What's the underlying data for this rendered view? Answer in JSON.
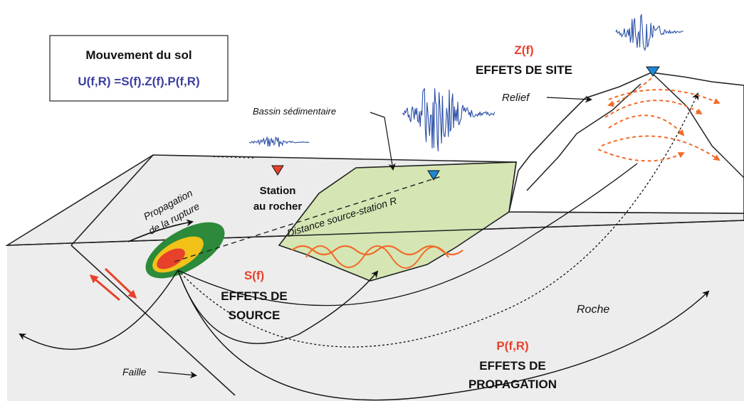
{
  "legend_box": {
    "title": "Mouvement du sol",
    "equation": "U(f,R) =S(f).Z(f).P(f,R)"
  },
  "site_effects": {
    "symbol": "Z(f)",
    "label": "EFFETS DE SITE"
  },
  "source_effects": {
    "symbol": "S(f)",
    "line1": "EFFETS DE",
    "line2": "SOURCE"
  },
  "propagation_effects": {
    "symbol": "P(f,R)",
    "line1": "EFFETS DE",
    "line2": "PROPAGATION"
  },
  "labels": {
    "relief": "Relief",
    "basin": "Bassin sédimentaire",
    "station_line1": "Station",
    "station_line2": "au rocher",
    "distance": "Distance source-station R",
    "rupture_line1": "Propagation",
    "rupture_line2": "de la rupture",
    "rock": "Roche",
    "fault": "Faille"
  },
  "colors": {
    "red_label": "#e8412b",
    "blue_equation": "#3b3fa0",
    "seismogram": "#2a4fa8",
    "basin_fill": "#d5e6b4",
    "rock_fill": "#ededed",
    "wave_orange": "#f26b2a"
  }
}
